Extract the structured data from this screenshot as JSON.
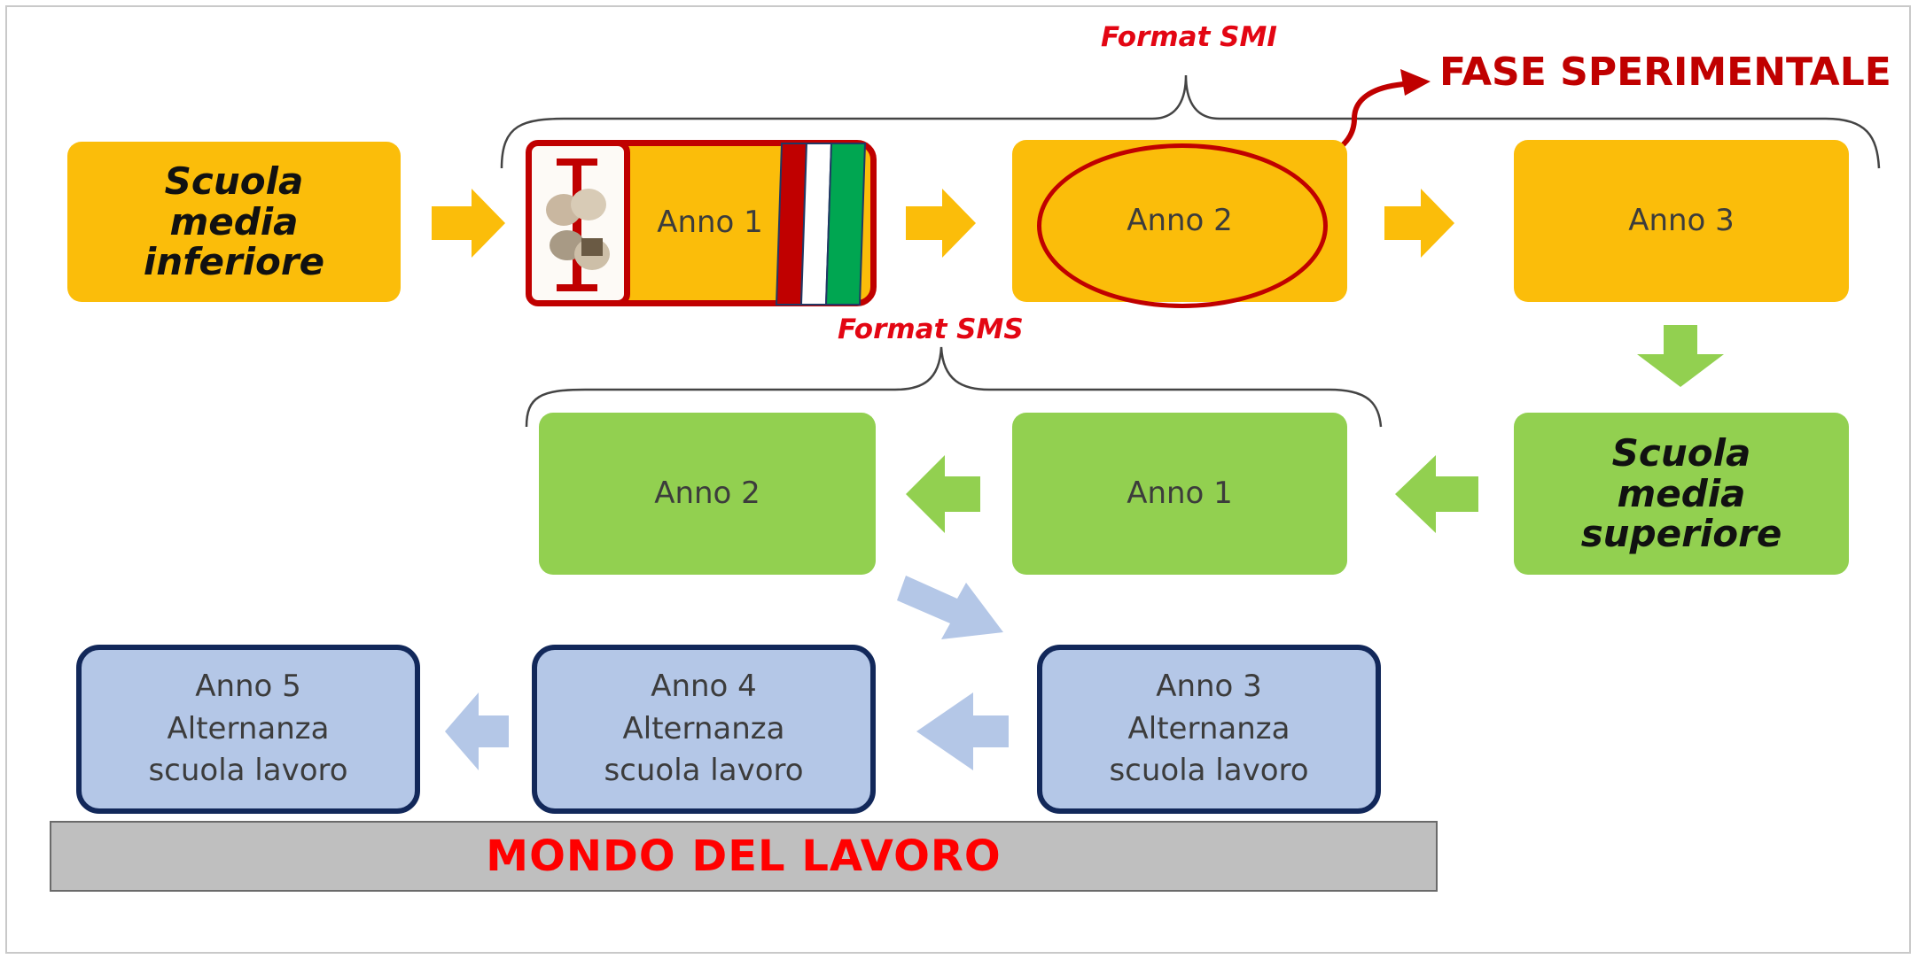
{
  "brace_labels": {
    "format_smi": "Format SMI",
    "format_sms": "Format SMS"
  },
  "fase_label": "FASE SPERIMENTALE",
  "row1": {
    "scuola_media_inferiore": "Scuola\nmedia\ninferiore",
    "anno1": "Anno 1",
    "anno2": "Anno 2",
    "anno3": "Anno 3"
  },
  "row2": {
    "scuola_media_superiore": "Scuola\nmedia\nsuperiore",
    "anno1": "Anno 1",
    "anno2": "Anno 2"
  },
  "row3": {
    "anno3": "Anno 3\nAlternanza\nscuola lavoro",
    "anno4": "Anno 4\nAlternanza\nscuola lavoro",
    "anno5": "Anno 5\nAlternanza\nscuola lavoro"
  },
  "ground_label": "MONDO DEL LAVORO",
  "colors": {
    "orange": "#fbbd0a",
    "green": "#92d050",
    "blue_fill": "#b4c7e7",
    "blue_border": "#12285a",
    "red": "#c00000",
    "flag_green": "#00a651",
    "flag_red": "#c00000"
  }
}
